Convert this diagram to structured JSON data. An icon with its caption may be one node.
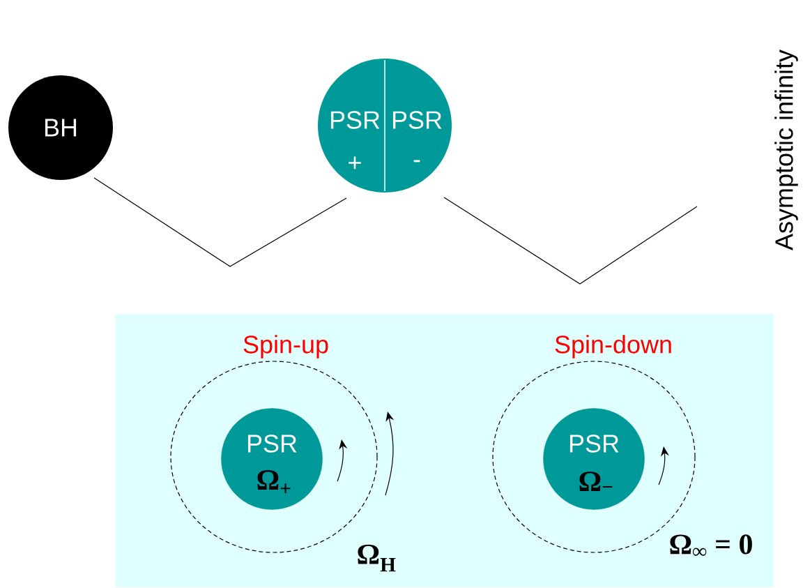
{
  "diagram": {
    "nodes": [
      {
        "text": [
          "BH"
        ]
      },
      {
        "text": [
          "PSR",
          "+",
          "PSR",
          "-"
        ]
      },
      {
        "text": [],
        "shape": "box"
      },
      {
        "text": [
          "Spin-up"
        ],
        "in": 2,
        "beside": [
          "Ω$_{H}$"
        ]
      },
      {
        "text": [
          "PSR",
          "Ω$_{+}$"
        ],
        "in": 3
      },
      {
        "text": [
          "Spin-down"
        ],
        "in": 2,
        "beside": [
          "Ω$_{∞}$ = 0"
        ]
      },
      {
        "text": [
          "PSR",
          "Ω$_{−}$"
        ],
        "in": 5
      }
    ],
    "labels": [
      "Asymptotic infinity"
    ]
  }
}
